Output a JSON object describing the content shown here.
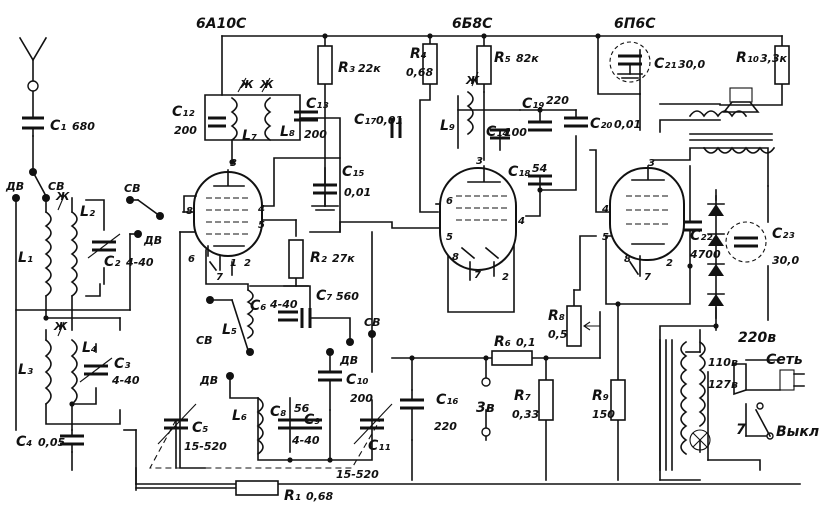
{
  "tubes": {
    "t1": "6А10С",
    "t2": "6Б8С",
    "t3": "6П6С"
  },
  "components": {
    "C1": {
      "name": "C₁",
      "value": "680"
    },
    "C2": {
      "name": "C₂",
      "value": "4-40"
    },
    "C3": {
      "name": "C₃",
      "value": "4-40"
    },
    "C4": {
      "name": "C₄",
      "value": "0,05"
    },
    "C5": {
      "name": "C₅",
      "value": "15-520"
    },
    "C6": {
      "name": "C₆",
      "value": "4-40"
    },
    "C7": {
      "name": "C₇",
      "value": "560"
    },
    "C8": {
      "name": "C₈",
      "value": "56"
    },
    "C9": {
      "name": "C₉",
      "value": "4-40"
    },
    "C10": {
      "name": "C₁₀",
      "value": "200"
    },
    "C11": {
      "name": "C₁₁",
      "value": "15-520"
    },
    "C12": {
      "name": "C₁₂",
      "value": "200"
    },
    "C13": {
      "name": "C₁₃",
      "value": "200"
    },
    "C14": {
      "name": "C₁₄",
      "value": "100"
    },
    "C15": {
      "name": "C₁₅",
      "value": "0,01"
    },
    "C16": {
      "name": "C₁₆",
      "value": "220"
    },
    "C17": {
      "name": "C₁₇",
      "value": "0,01"
    },
    "C18": {
      "name": "C₁₈",
      "value": "54"
    },
    "C19": {
      "name": "C₁₉",
      "value": "220"
    },
    "C20": {
      "name": "C₂₀",
      "value": "0,01"
    },
    "C21": {
      "name": "C₂₁",
      "value": "30,0"
    },
    "C22": {
      "name": "C₂₂",
      "value": "4700"
    },
    "C23": {
      "name": "C₂₃",
      "value": "30,0"
    },
    "R1": {
      "name": "R₁",
      "value": "0,68"
    },
    "R2": {
      "name": "R₂",
      "value": "27к"
    },
    "R3": {
      "name": "R₃",
      "value": "22к"
    },
    "R4": {
      "name": "R₄",
      "value": "0,68"
    },
    "R5": {
      "name": "R₅",
      "value": "82к"
    },
    "R6": {
      "name": "R₆",
      "value": "0,1"
    },
    "R7": {
      "name": "R₇",
      "value": "0,33"
    },
    "R8": {
      "name": "R₈",
      "value": "0,5"
    },
    "R9": {
      "name": "R₉",
      "value": "150"
    },
    "R10": {
      "name": "R₁₀",
      "value": "3,3к"
    },
    "L1": "L₁",
    "L2": "L₂",
    "L3": "L₃",
    "L4": "L₄",
    "L5": "L₅",
    "L6": "L₆",
    "L7": "L₇",
    "L8": "L₈",
    "L9": "L₉"
  },
  "labels": {
    "band_dv": "ДВ",
    "band_sv": "СВ",
    "v220": "220в",
    "v110": "110в",
    "v127": "127в",
    "mains": "Сеть",
    "off": "Выкл",
    "lamp_num": "7",
    "jack_3v": "3в",
    "if_mark": "Ж"
  },
  "pins": {
    "p1": "1",
    "p2": "2",
    "p3": "3",
    "p4": "4",
    "p5": "5",
    "p6": "6",
    "p7": "7",
    "p8": "8"
  }
}
